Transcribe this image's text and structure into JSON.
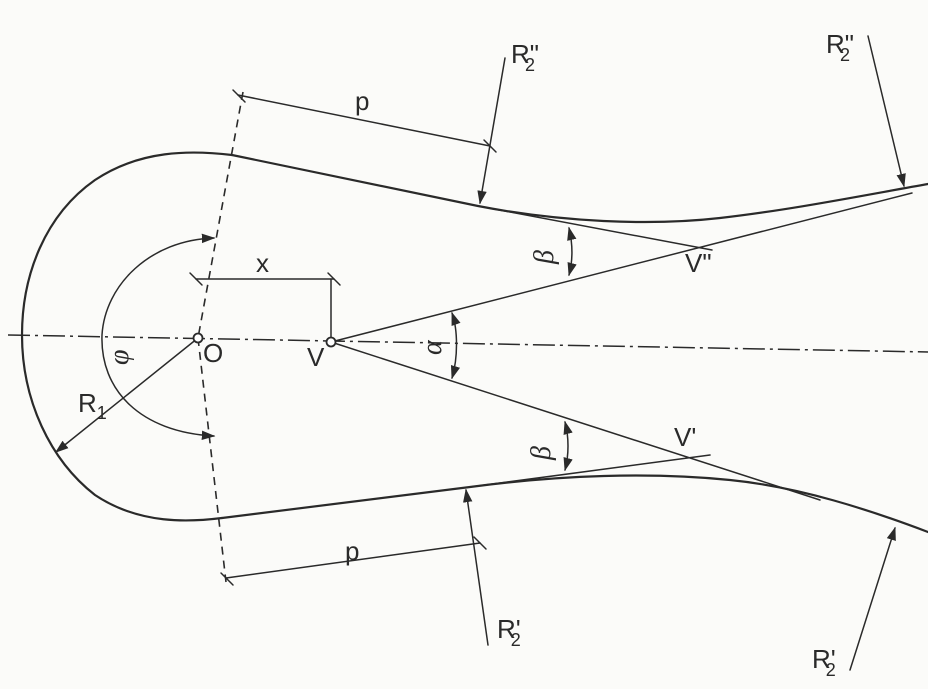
{
  "labels": {
    "p_top": "p",
    "p_bottom": "p",
    "x": "x",
    "origin": "O",
    "vertex": "V",
    "vertex_upper": "V\"",
    "vertex_lower": "V'",
    "alpha": "α",
    "beta_upper": "β",
    "beta_lower": "β",
    "phi": "φ",
    "r1": "R",
    "r1_sub": "1",
    "r2_upper_a": "R\"",
    "r2_upper_a_sub": "2",
    "r2_upper_b": "R\"",
    "r2_upper_b_sub": "2",
    "r2_lower_a": "R'",
    "r2_lower_a_sub": "2",
    "r2_lower_b": "R'",
    "r2_lower_b_sub": "2"
  }
}
